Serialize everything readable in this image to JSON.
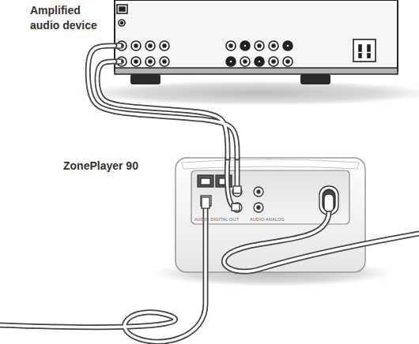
{
  "diagram": {
    "nodes": [
      {
        "text": [
          "Amplified audio device"
        ]
      },
      {
        "text": [
          "ZonePlayer 90"
        ]
      }
    ],
    "edges": [
      {
        "from": 0,
        "to": 1,
        "arrow": "none"
      }
    ],
    "labels": [
      "AUDIO DIGITAL OUT",
      "AUDIO ANALOG"
    ]
  }
}
